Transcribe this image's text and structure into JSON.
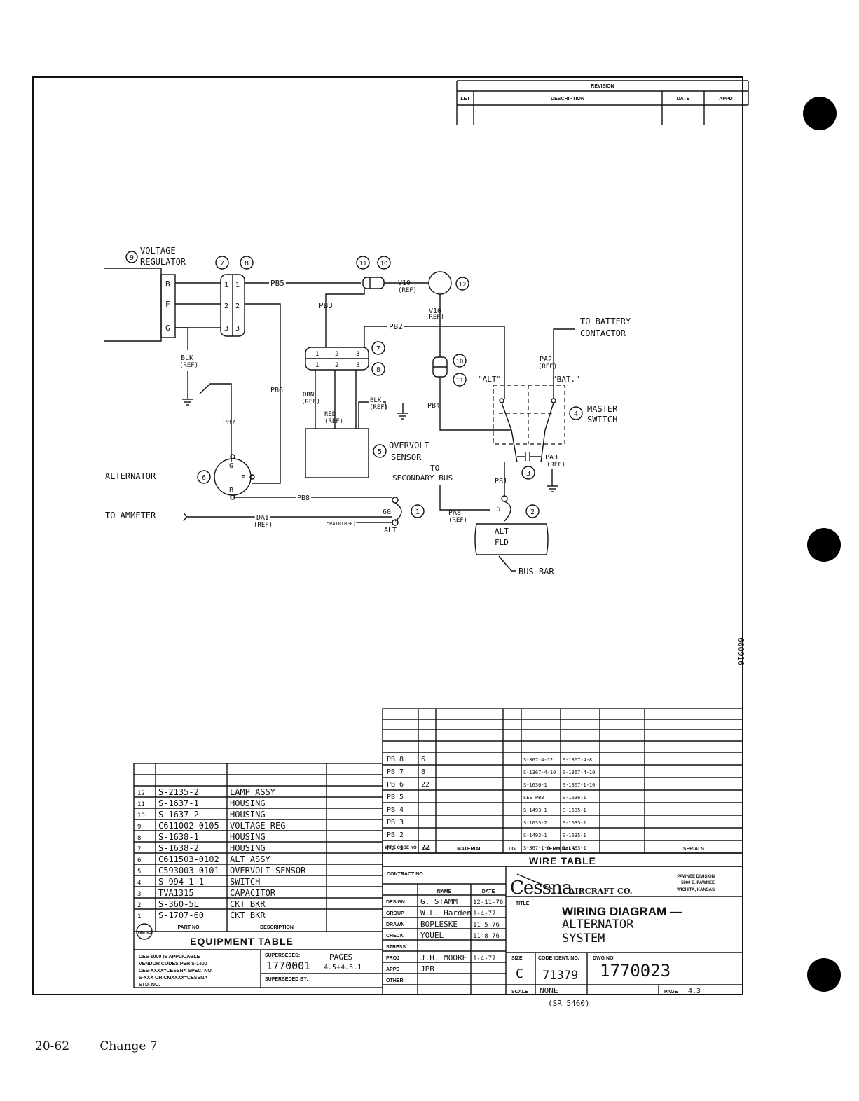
{
  "page_footer": {
    "page_number": "20-62",
    "change": "Change 7"
  },
  "revision_block": {
    "title": "REVISION",
    "cols": [
      "LET",
      "DESCRIPTION",
      "DATE",
      "APPD"
    ]
  },
  "diagram": {
    "voltage_regulator": {
      "callout": "9",
      "label_line1": "VOLTAGE",
      "label_line2": "REGULATOR",
      "terminals": [
        "B",
        "F",
        "G"
      ]
    },
    "plug_callouts": [
      "7",
      "8"
    ],
    "plug_pins": [
      "1",
      "2",
      "3"
    ],
    "wires": {
      "pb5": "PB5",
      "pb3": "PB3",
      "pb2": "PB2",
      "pb6": "PB6",
      "pb7": "PB7",
      "pb4": "PB4",
      "pb8": "PB8",
      "pb1": "PB1",
      "pa2": "PA2",
      "pa3": "PA3",
      "pa8": "PA8",
      "pa10": "PA10(REF)",
      "v10": "V10",
      "dai": "DAI",
      "ref": "(REF)",
      "blk": "BLK",
      "orn": "ORN",
      "red": "RED"
    },
    "lamp_callout": "12",
    "housing_callouts": [
      "11",
      "10"
    ],
    "to_battery_line1": "TO BATTERY",
    "to_battery_line2": "CONTACTOR",
    "alt_label": "\"ALT\"",
    "bat_label": "\"BAT.\"",
    "master_switch": {
      "callout": "4",
      "line1": "MASTER",
      "line2": "SWITCH"
    },
    "overvolt_sensor": {
      "callout": "5",
      "line1": "OVERVOLT",
      "line2": "SENSOR"
    },
    "to_secondary_bus_line1": "TO",
    "to_secondary_bus_line2": "SECONDARY BUS",
    "capacitor_callout": "3",
    "alternator": {
      "label": "ALTERNATOR",
      "callout": "6",
      "terminals": [
        "G",
        "F",
        "B"
      ]
    },
    "to_ammeter": "TO AMMETER",
    "ckt_bkr_1": {
      "callout": "1",
      "rating": "60",
      "label": "ALT"
    },
    "ckt_bkr_2": {
      "callout": "2",
      "rating": "5",
      "label_line1": "ALT",
      "label_line2": "FLD"
    },
    "bus_bar": "BUS BAR",
    "side_number": "600916"
  },
  "wire_table": {
    "title": "WIRE TABLE",
    "headers": [
      "WIRE CODE NO",
      "GA",
      "MATERIAL",
      "LG",
      "TERMINALS",
      "SERIALS"
    ],
    "rows": [
      [
        "PB 8",
        "6",
        "",
        "",
        "S-367-4-12",
        "S-1367-4-8"
      ],
      [
        "PB 7",
        "8",
        "",
        "",
        "S-1367-4-10",
        "S-1367-4-10"
      ],
      [
        "PB 6",
        "22",
        "",
        "",
        "S-1636-1",
        "S-1367-1-10"
      ],
      [
        "PB 5",
        "",
        "",
        "",
        "SEE PB3",
        "S-1636-1"
      ],
      [
        "PB 4",
        "",
        "",
        "",
        "S-1493-1",
        "S-1635-1"
      ],
      [
        "PB 3",
        "",
        "",
        "",
        "S-1635-2",
        "S-1635-1"
      ],
      [
        "PB 2",
        "",
        "",
        "",
        "S-1493-1",
        "S-1635-1"
      ],
      [
        "PB 1",
        "22",
        "",
        "",
        "S-367-1-6",
        "S-1493-1"
      ]
    ]
  },
  "equipment_table": {
    "title": "EQUIPMENT TABLE",
    "col_part": "PART NO.",
    "col_desc": "DESCRIPTION",
    "item_icon": "ITEM NO.",
    "rows": [
      [
        "12",
        "S-2135-2",
        "LAMP ASSY"
      ],
      [
        "11",
        "S-1637-1",
        "HOUSING"
      ],
      [
        "10",
        "S-1637-2",
        "HOUSING"
      ],
      [
        "9",
        "C611002-0105",
        "VOLTAGE REG"
      ],
      [
        "8",
        "S-1638-1",
        "HOUSING"
      ],
      [
        "7",
        "S-1638-2",
        "HOUSING"
      ],
      [
        "6",
        "C611503-0102",
        "ALT ASSY"
      ],
      [
        "5",
        "C593003-0101",
        "OVERVOLT SENSOR"
      ],
      [
        "4",
        "S-994-1-1",
        "SWITCH"
      ],
      [
        "3",
        "TVA1315",
        "CAPACITOR"
      ],
      [
        "2",
        "S-360-5L",
        "CKT BKR"
      ],
      [
        "1",
        "S-1707-60",
        "CKT BKR"
      ]
    ],
    "note": [
      "CES-1000 IS APPLICABLE",
      "VENDOR CODES PER S-1400",
      "CES-XXXX=CESSNA SPEC. NO.",
      "S-XXX OR CMXXXX=CESSNA",
      "STD. NO."
    ],
    "supersedes_label": "SUPERSEDES:",
    "pages_label": "PAGES",
    "supersedes_value": "1770001",
    "supersedes_pages": "4.5+4.5.1",
    "superseded_by_label": "SUPERSEDED BY:"
  },
  "title_block": {
    "contract_label": "CONTRACT NO:",
    "col_name": "NAME",
    "col_date": "DATE",
    "signoffs": [
      [
        "DESIGN",
        "G. STAMM",
        "12-11-76"
      ],
      [
        "GROUP",
        "W.L. Harden",
        "1-4-77"
      ],
      [
        "DRAWN",
        "BOPLESKE",
        "11-5-76"
      ],
      [
        "CHECK",
        "YOUEL",
        "11-8-76"
      ],
      [
        "STRESS",
        "",
        ""
      ],
      [
        "PROJ",
        "J.H. MOORE",
        "1-4-77"
      ],
      [
        "APPD",
        "JPB",
        ""
      ],
      [
        "OTHER",
        "",
        ""
      ]
    ],
    "company_logo": "Cessna",
    "company_suffix": "AIRCRAFT CO.",
    "division_line1": "PAWNEE DIVISION",
    "division_line2": "5800 E. PAWNEE",
    "division_line3": "WICHITA, KANSAS",
    "title_label": "TITLE",
    "title_line1": "WIRING DIAGRAM —",
    "title_line2": "ALTERNATOR",
    "title_line3": "SYSTEM",
    "size_label": "SIZE",
    "size_value": "C",
    "code_label": "CODE IDENT. NO.",
    "code_value": "71379",
    "dwg_label": "DWG NO",
    "dwg_value": "1770023",
    "scale_label": "SCALE",
    "scale_value": "NONE",
    "page_label": "PAGE",
    "page_value": "4.3",
    "sr_note": "(SR 5460)"
  }
}
